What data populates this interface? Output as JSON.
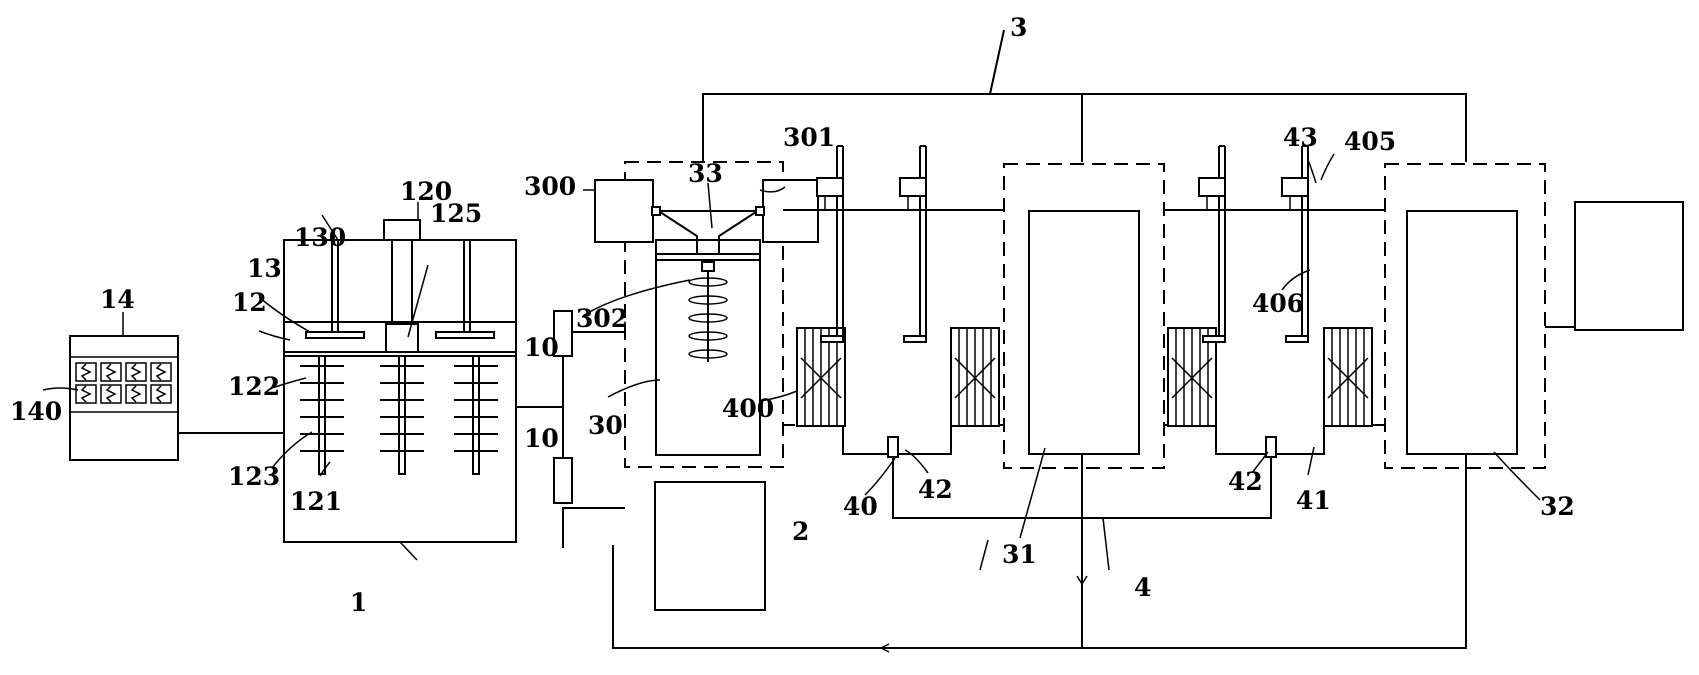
{
  "labels": {
    "l1": "1",
    "l2": "2",
    "l3": "3",
    "l4": "4",
    "l10a": "10",
    "l10b": "10",
    "l12": "12",
    "l13": "13",
    "l14": "14",
    "l30": "30",
    "l31": "31",
    "l32": "32",
    "l33": "33",
    "l40": "40",
    "l41": "41",
    "l42a": "42",
    "l42b": "42",
    "l43": "43",
    "l120": "120",
    "l121": "121",
    "l122": "122",
    "l123": "123",
    "l125": "125",
    "l130": "130",
    "l140": "140",
    "l300": "300",
    "l301": "301",
    "l302": "302",
    "l400": "400",
    "l405": "405",
    "l406": "406"
  }
}
